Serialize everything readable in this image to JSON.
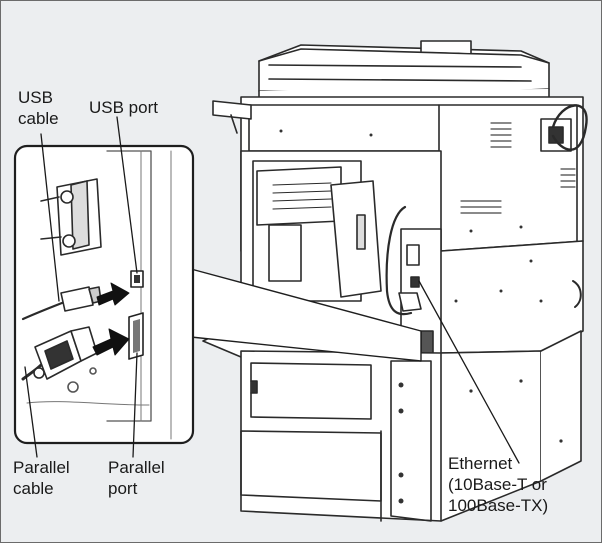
{
  "labels": {
    "usb_cable": [
      "USB",
      "cable"
    ],
    "usb_port": "USB port",
    "parallel_cable": [
      "Parallel",
      "cable"
    ],
    "parallel_port": [
      "Parallel",
      "port"
    ],
    "ethernet": [
      "Ethernet",
      "(10Base-T or",
      "100Base-TX)"
    ]
  },
  "colors": {
    "background": "#eceef0",
    "machine_fill": "#ffffff",
    "outline": "#2a2a2a",
    "inset_border": "#1e1e1e",
    "leader_line": "#1a1a1a"
  }
}
